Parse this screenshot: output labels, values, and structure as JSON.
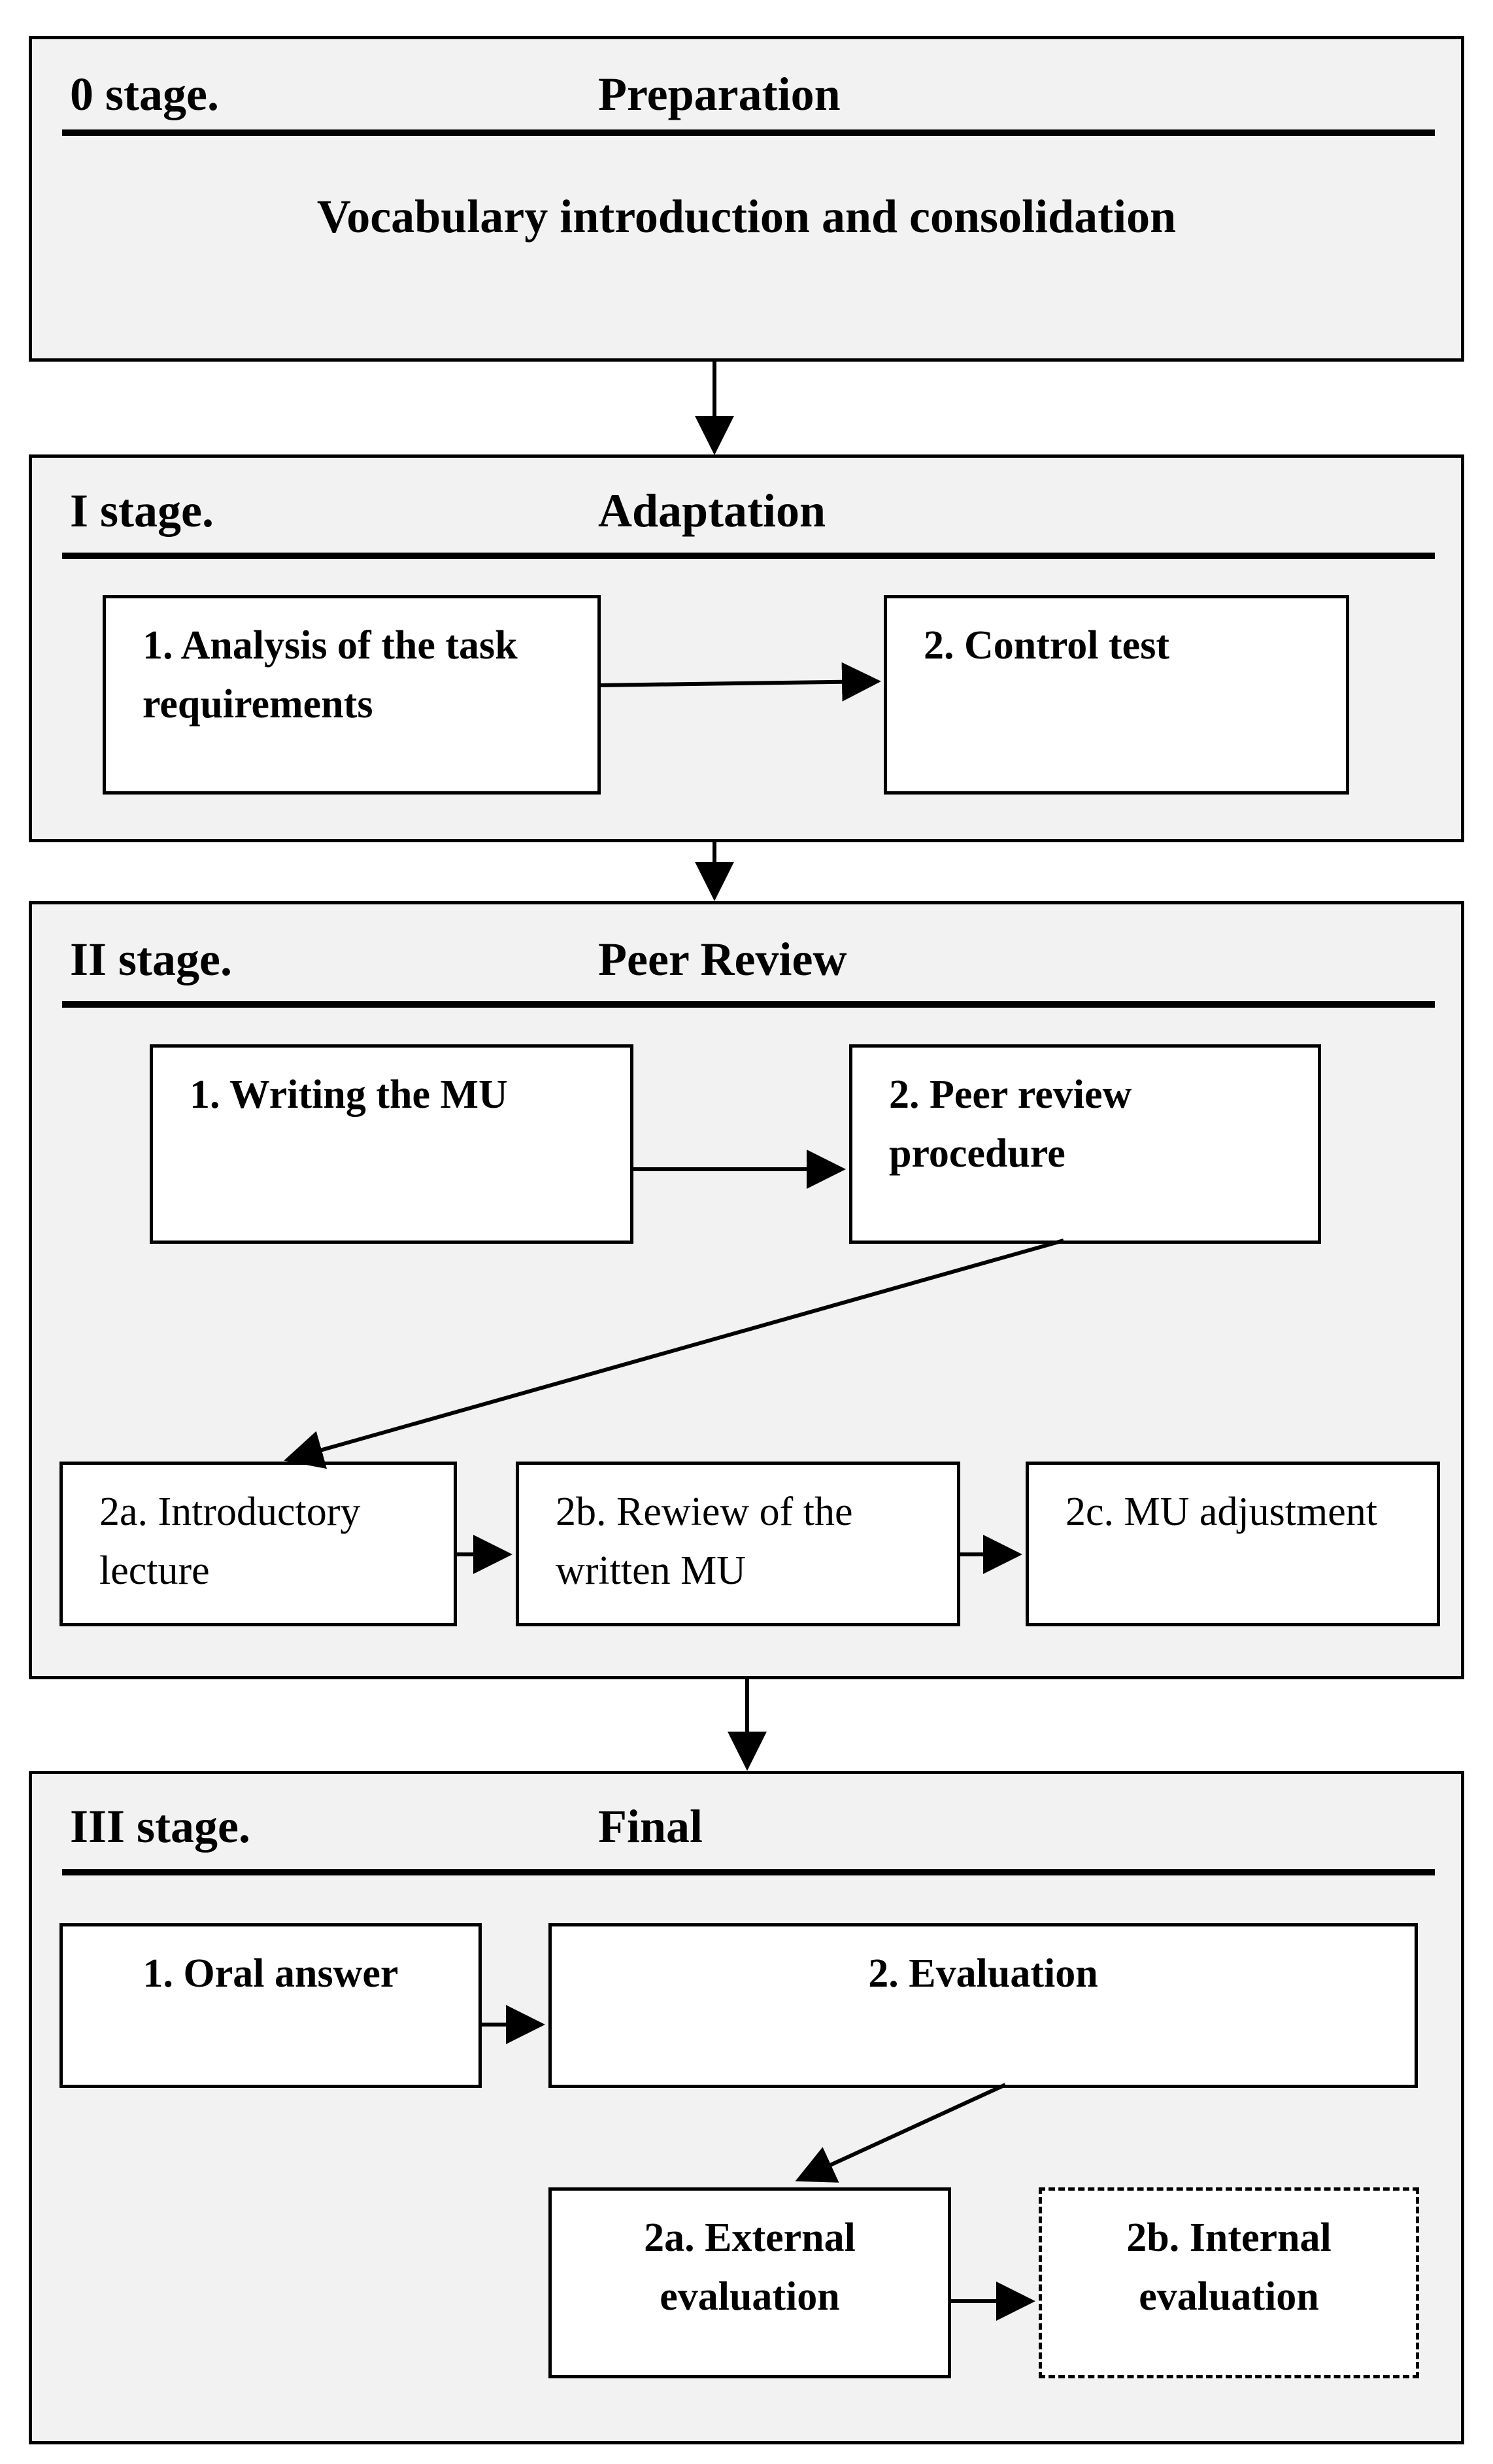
{
  "stages": [
    {
      "id": "0",
      "label": "0 stage.",
      "title": "Preparation",
      "subtitle": "Vocabulary introduction and consolidation"
    },
    {
      "id": "1",
      "label": "I stage.",
      "title": "Adaptation",
      "boxes": [
        {
          "text": "1. Analysis of the task requirements"
        },
        {
          "text": "2. Control test"
        }
      ]
    },
    {
      "id": "2",
      "label": "II stage.",
      "title": "Peer Review",
      "boxes": [
        {
          "text": "1. Writing the MU"
        },
        {
          "text": "2.  Peer review procedure"
        },
        {
          "text": "2a. Introductory lecture"
        },
        {
          "text": "2b. Rewiew of the written MU"
        },
        {
          "text": "2c. MU adjustment"
        }
      ]
    },
    {
      "id": "3",
      "label": "III stage.",
      "title": "Final",
      "boxes": [
        {
          "text": "1. Oral answer"
        },
        {
          "text": "2. Evaluation"
        },
        {
          "text": "2a. External evaluation"
        },
        {
          "text": "2b. Internal evaluation"
        }
      ]
    }
  ]
}
